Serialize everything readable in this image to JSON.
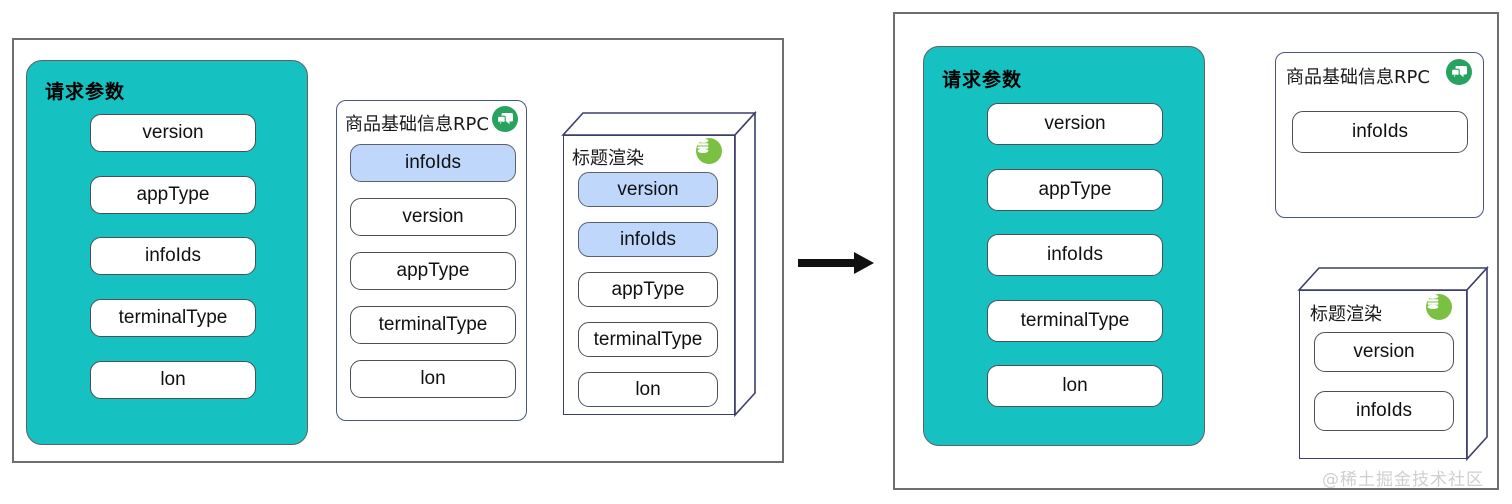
{
  "diagram": {
    "title_hidden": "",
    "colors": {
      "teal": "#15c1c1",
      "highlight_blue": "#bfd7fb",
      "panel_border": "#6e6e72",
      "card_border": "#4a5585",
      "rpc_icon_green": "#27a35f",
      "db_icon_green": "#7ac143",
      "watermark_gray": "#cfcfcf"
    }
  },
  "left_panel": {
    "request_group": {
      "title": "请求参数",
      "items": [
        {
          "label": "version",
          "highlighted": false
        },
        {
          "label": "appType",
          "highlighted": false
        },
        {
          "label": "infoIds",
          "highlighted": false
        },
        {
          "label": "terminalType",
          "highlighted": false
        },
        {
          "label": "lon",
          "highlighted": false
        }
      ]
    },
    "rpc_card": {
      "title": "商品基础信息RPC",
      "icon": "chat-rpc-icon",
      "items": [
        {
          "label": "infoIds",
          "highlighted": true
        },
        {
          "label": "version",
          "highlighted": false
        },
        {
          "label": "appType",
          "highlighted": false
        },
        {
          "label": "terminalType",
          "highlighted": false
        },
        {
          "label": "lon",
          "highlighted": false
        }
      ]
    },
    "render_card": {
      "title": "标题渲染",
      "icon": "database-icon",
      "items": [
        {
          "label": "version",
          "highlighted": true
        },
        {
          "label": "infoIds",
          "highlighted": true
        },
        {
          "label": "appType",
          "highlighted": false
        },
        {
          "label": "terminalType",
          "highlighted": false
        },
        {
          "label": "lon",
          "highlighted": false
        }
      ]
    }
  },
  "arrow": {
    "name": "flow-arrow-right",
    "direction": "right"
  },
  "right_panel": {
    "request_group": {
      "title": "请求参数",
      "items": [
        {
          "label": "version",
          "highlighted": false
        },
        {
          "label": "appType",
          "highlighted": false
        },
        {
          "label": "infoIds",
          "highlighted": false
        },
        {
          "label": "terminalType",
          "highlighted": false
        },
        {
          "label": "lon",
          "highlighted": false
        }
      ]
    },
    "rpc_card": {
      "title": "商品基础信息RPC",
      "icon": "chat-rpc-icon",
      "items": [
        {
          "label": "infoIds",
          "highlighted": false
        }
      ]
    },
    "render_card": {
      "title": "标题渲染",
      "icon": "database-icon",
      "items": [
        {
          "label": "version",
          "highlighted": false
        },
        {
          "label": "infoIds",
          "highlighted": false
        }
      ]
    }
  },
  "watermark": {
    "text": "@稀土掘金技术社区"
  }
}
